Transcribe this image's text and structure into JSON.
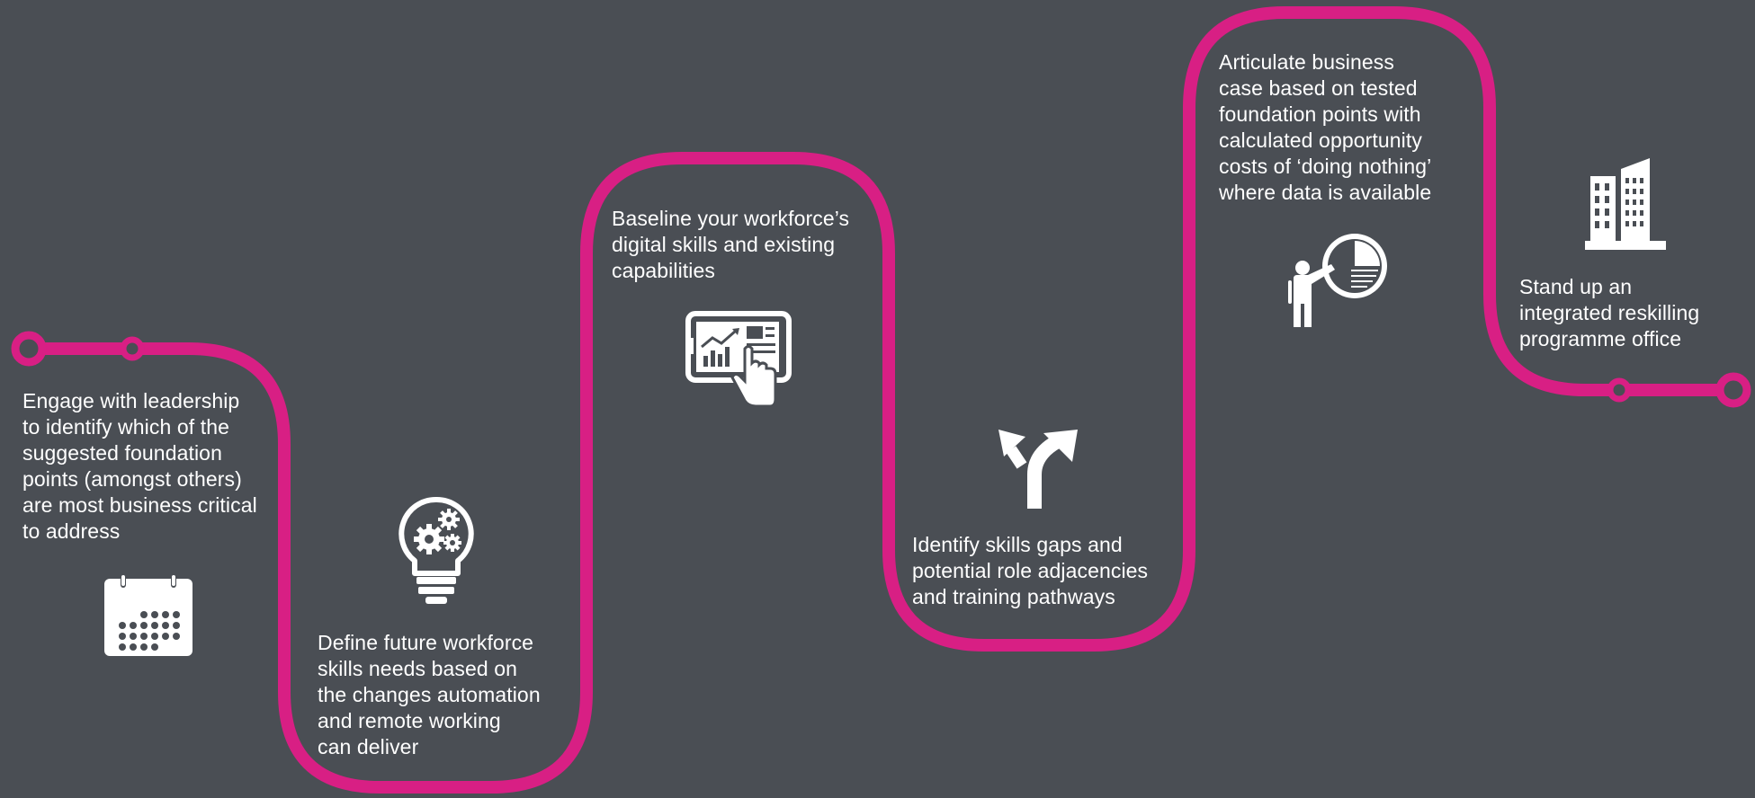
{
  "colors": {
    "background": "#4a4e54",
    "path": "#d81f84",
    "text": "#ffffff"
  },
  "steps": [
    {
      "text": "Engage with leadership\nto identify which of the\nsuggested foundation\npoints (amongst others)\nare most business critical\nto address",
      "icon": "calendar-icon"
    },
    {
      "text": "Define future workforce\nskills needs based on\nthe changes automation\nand remote working\ncan deliver",
      "icon": "lightbulb-gears-icon"
    },
    {
      "text": "Baseline your workforce’s\ndigital skills and existing\ncapabilities",
      "icon": "tablet-chart-icon"
    },
    {
      "text": "Identify skills gaps and\npotential role adjacencies\nand training pathways",
      "icon": "branching-arrows-icon"
    },
    {
      "text": "Articulate business\ncase based on tested\nfoundation points with\ncalculated opportunity\ncosts of ‘doing nothing’\nwhere data is available",
      "icon": "presenter-pie-chart-icon"
    },
    {
      "text": "Stand up an\nintegrated reskilling\nprogramme office",
      "icon": "office-buildings-icon"
    }
  ]
}
